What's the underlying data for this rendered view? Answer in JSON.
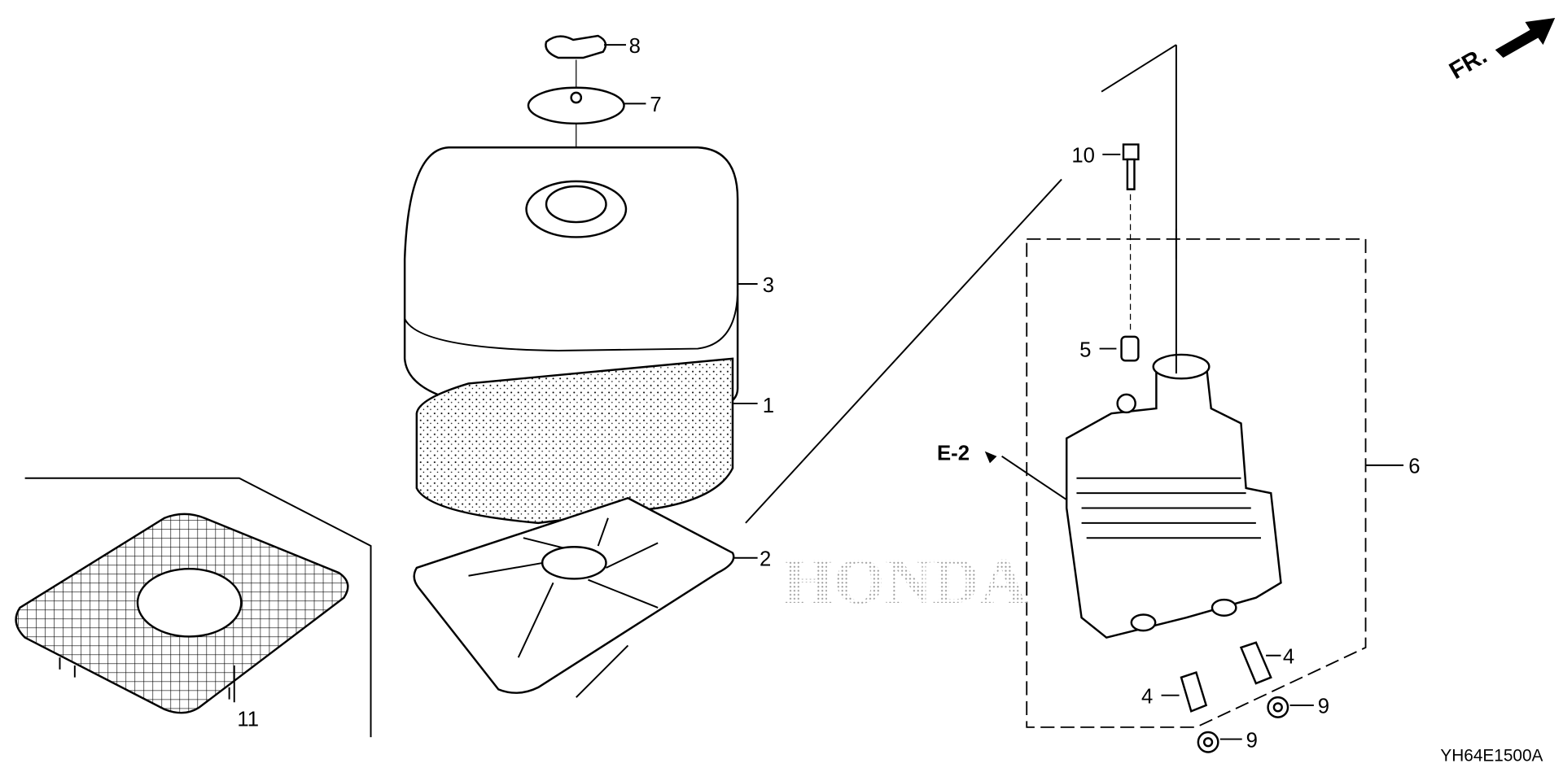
{
  "diagram": {
    "code": "YH64E1500A",
    "direction_label": "FR.",
    "reference": "E-2",
    "watermark": "HONDA",
    "callouts": {
      "c1": "1",
      "c2": "2",
      "c3": "3",
      "c4a": "4",
      "c4b": "4",
      "c5": "5",
      "c6": "6",
      "c7": "7",
      "c8": "8",
      "c9a": "9",
      "c9b": "9",
      "c10": "10",
      "c11": "11"
    }
  }
}
